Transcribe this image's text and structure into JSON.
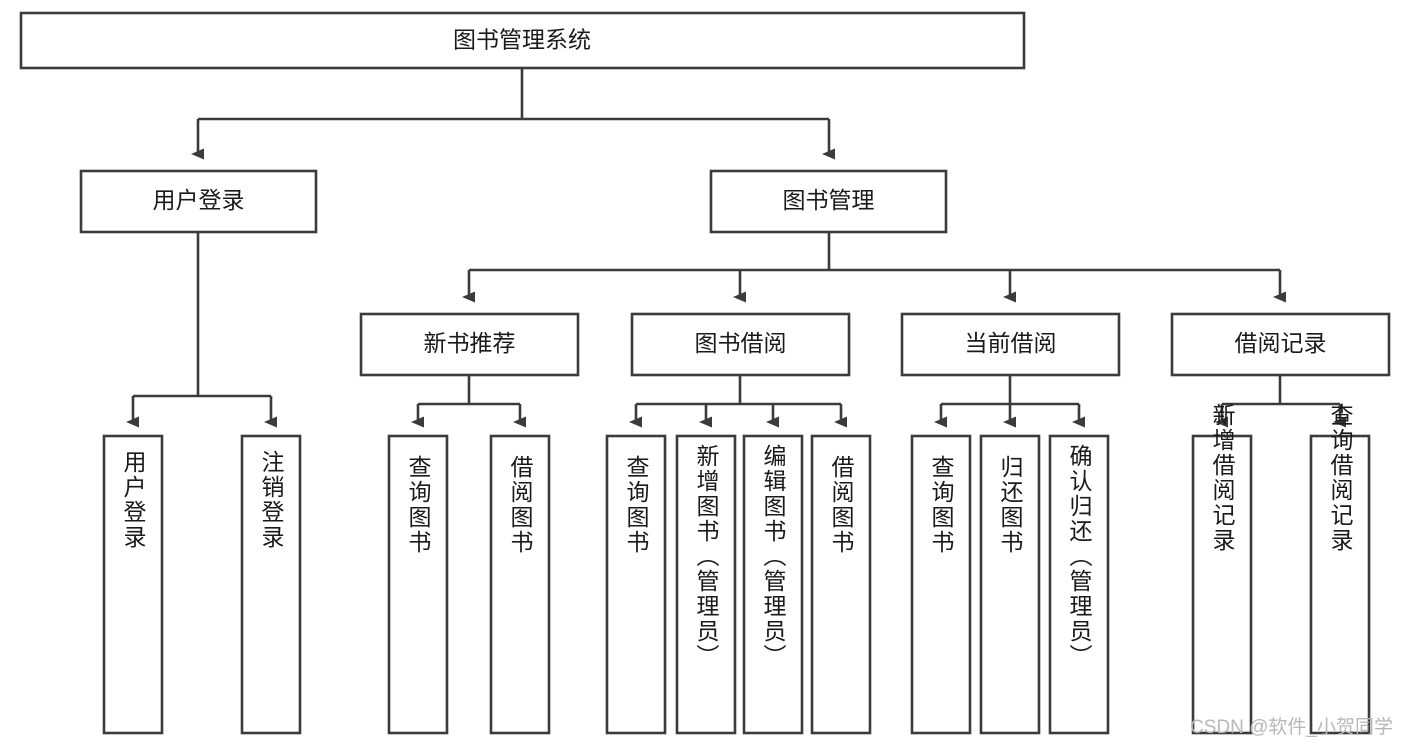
{
  "diagram": {
    "type": "tree",
    "title_node": {
      "label": "图书管理系统"
    },
    "level2": [
      {
        "label": "用户登录"
      },
      {
        "label": "图书管理"
      }
    ],
    "level3": [
      {
        "label": "新书推荐"
      },
      {
        "label": "图书借阅"
      },
      {
        "label": "当前借阅"
      },
      {
        "label": "借阅记录"
      }
    ],
    "leaves": {
      "user_login": [
        {
          "label": "用户登录"
        },
        {
          "label": "注销登录"
        }
      ],
      "new_book_recommend": [
        {
          "label": "查询图书"
        },
        {
          "label": "借阅图书"
        }
      ],
      "book_borrow": [
        {
          "label": "查询图书"
        },
        {
          "label": "新增图书（管理员）"
        },
        {
          "label": "编辑图书（管理员）"
        },
        {
          "label": "借阅图书"
        }
      ],
      "current_borrow": [
        {
          "label": "查询图书"
        },
        {
          "label": "归还图书"
        },
        {
          "label": "确认归还（管理员）"
        }
      ],
      "borrow_record": [
        {
          "label": "新增借阅记录"
        },
        {
          "label": "查询借阅记录"
        }
      ]
    }
  },
  "watermark": {
    "text": "CSDN @软件_小贺同学"
  },
  "colors": {
    "stroke": "#3b3b3b",
    "fill": "#ffffff",
    "text": "#1a1a1a",
    "watermark": "#b8b8b8"
  }
}
